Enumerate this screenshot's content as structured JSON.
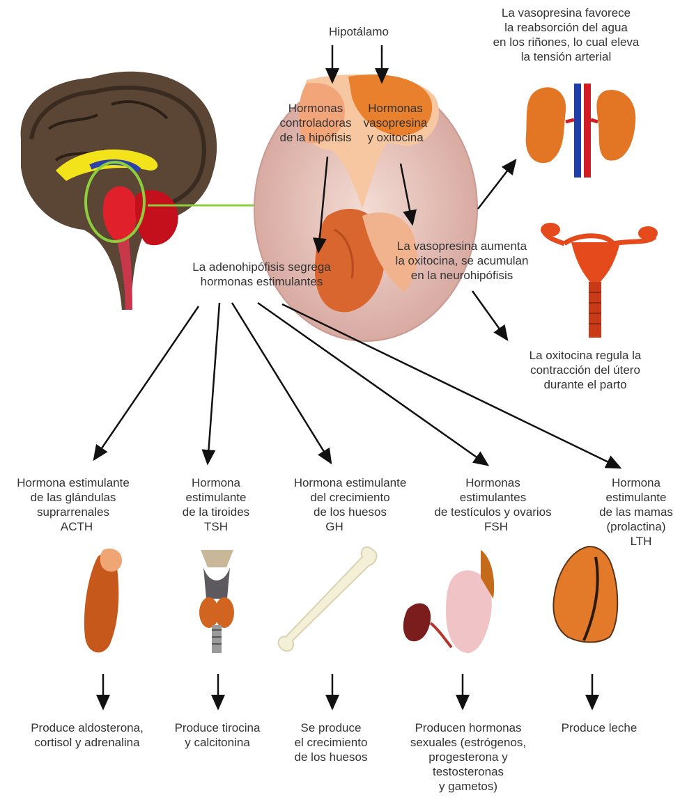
{
  "top": {
    "hypothalamus": "Hipotálamo",
    "controllers": "Hormonas\ncontroladoras\nde la hipófisis",
    "vaso_oxi": "Hormonas\nvasopresina\ny oxitocina",
    "adeno": "La adenohipófisis segrega\nhormonas estimulantes",
    "neuro": "La vasopresina aumenta\nla oxitocina, se acumulan\nen la neurohipófisis",
    "vaso_kidney": "La vasopresina favorece\nla reabsorción del agua\nen los riñones, lo cual eleva\nla tensión arterial",
    "oxi_uterus": "La oxitocina regula la\ncontracción del útero\ndurante el parto"
  },
  "hormones": [
    {
      "name": "Hormona estimulante\nde las glándulas\nsuprarrenales",
      "code": "ACTH",
      "effect": "Produce aldosterona,\ncortisol y adrenalina"
    },
    {
      "name": "Hormona\nestimulante\nde la tiroides",
      "code": "TSH",
      "effect": "Produce tirocina\ny calcitonina"
    },
    {
      "name": "Hormona estimulante\ndel crecimiento\nde los huesos",
      "code": "GH",
      "effect": "Se produce\nel crecimiento\nde los huesos"
    },
    {
      "name": "Hormonas\nestimulantes\nde testículos y ovarios",
      "code": "FSH",
      "effect": "Producen hormonas\nsexuales (estrógenos,\nprogesterona y\ntestosteronas\ny gametos)"
    },
    {
      "name": "Hormona\nestimulante\nde las mamas\n(prolactina)",
      "code": "LTH",
      "effect": "Produce leche"
    }
  ],
  "colors": {
    "arrow": "#111111",
    "highlight": "#8ccf3c",
    "gland_orange": "#d9631f",
    "pituitary_bg": "#e8c8c0"
  }
}
